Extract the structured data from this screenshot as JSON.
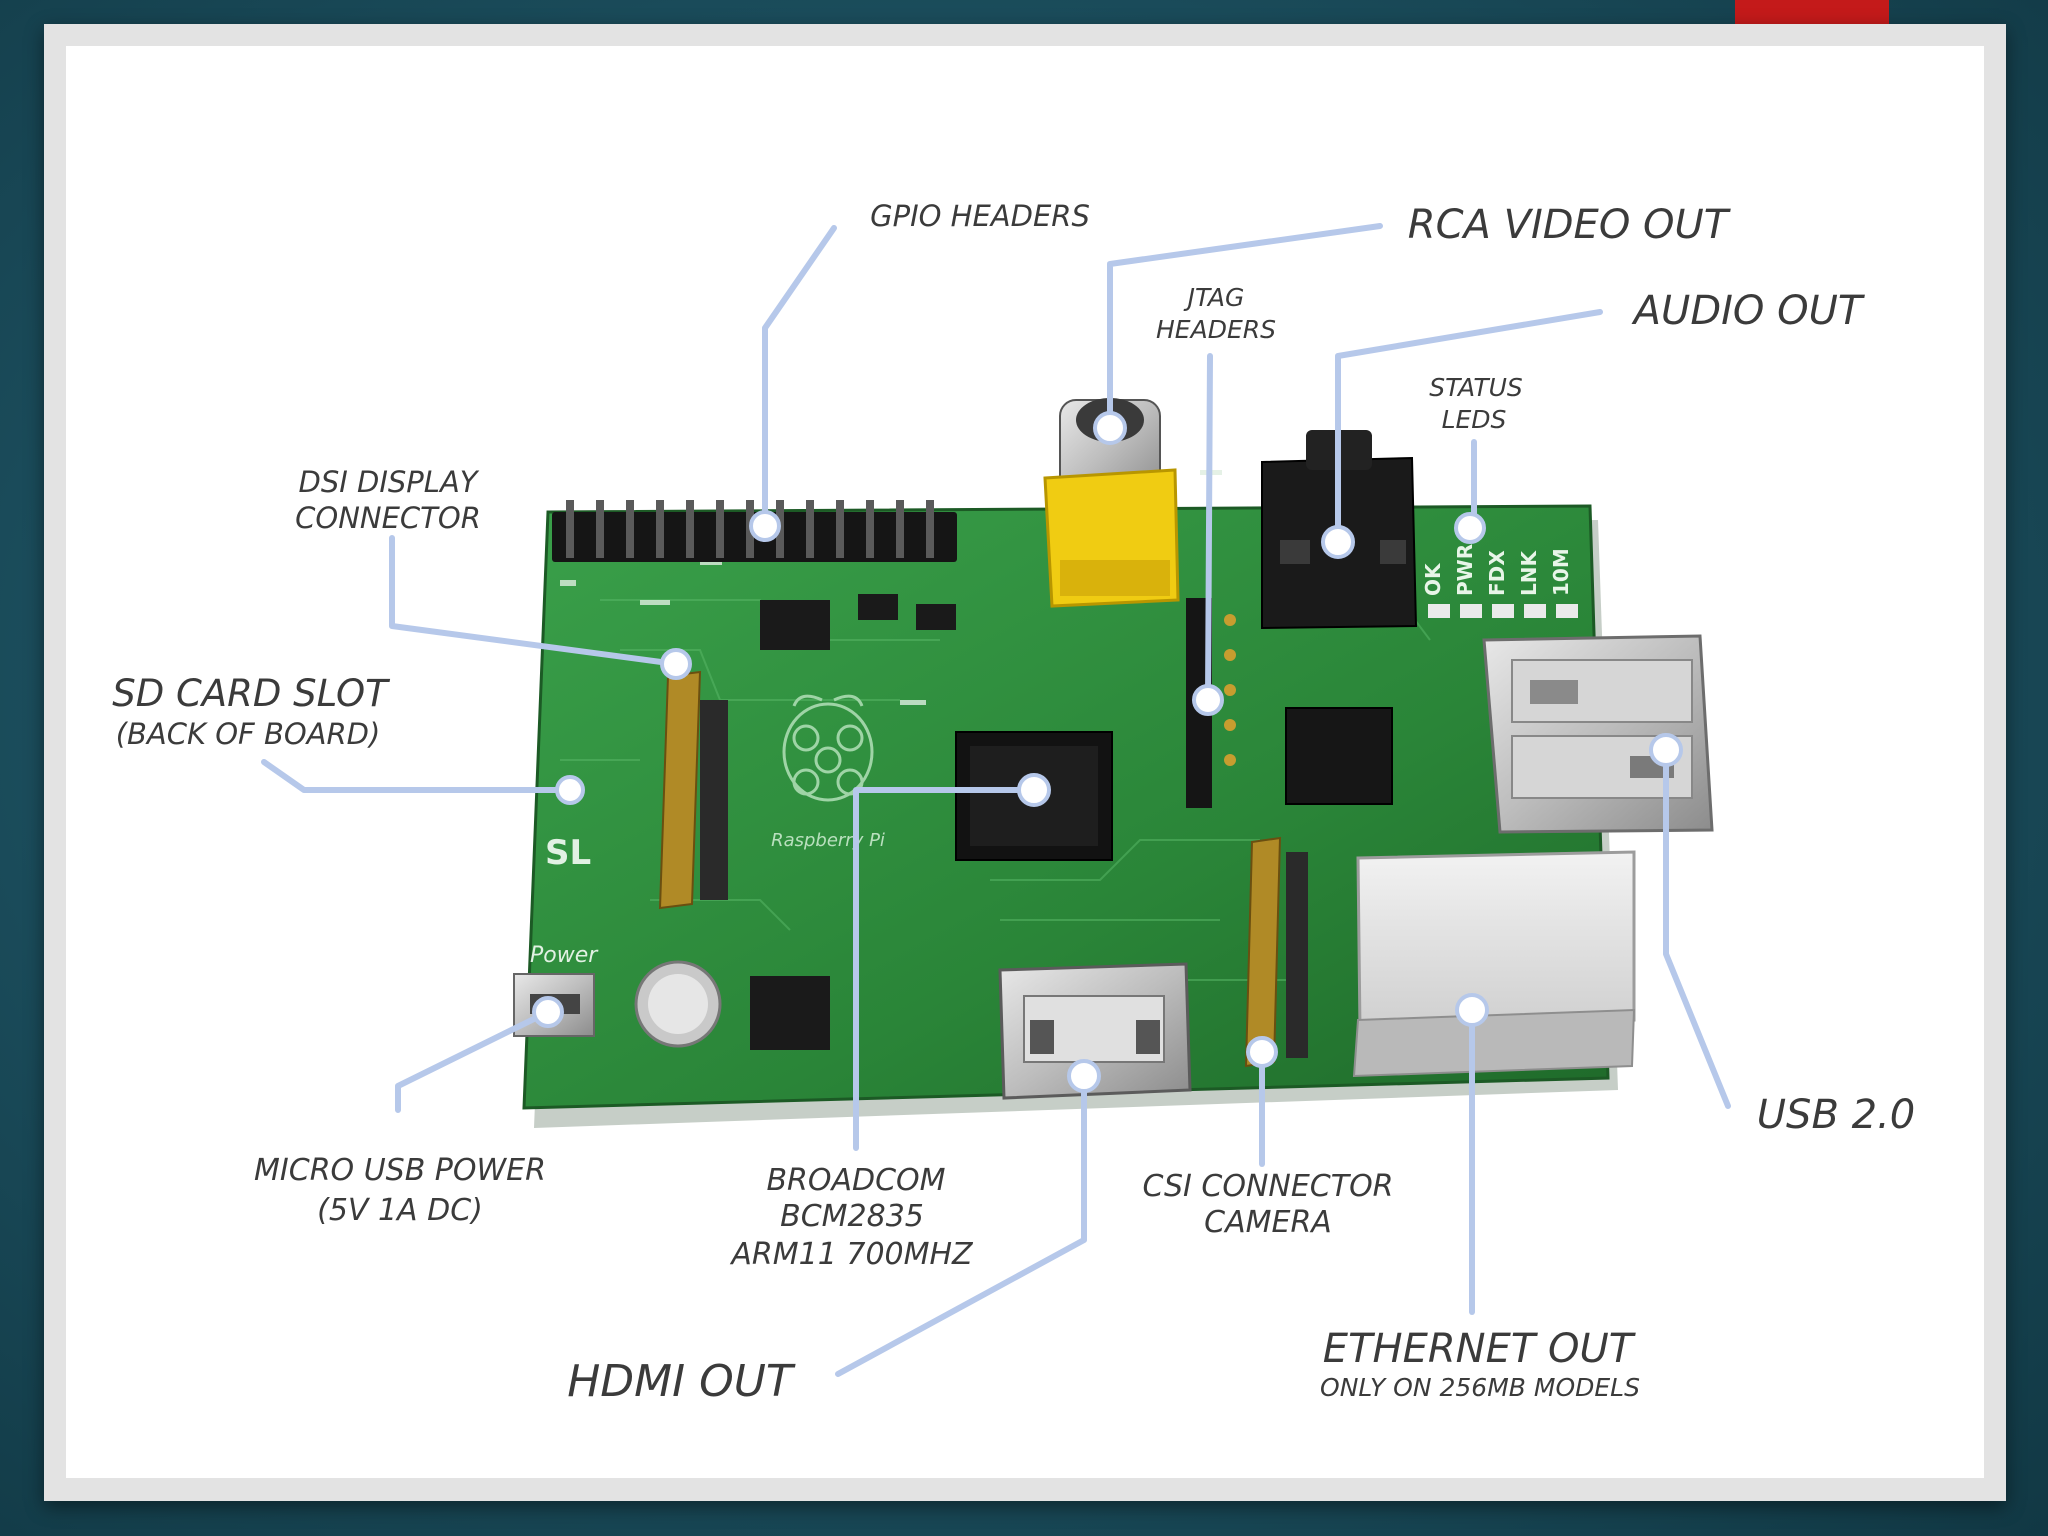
{
  "labels": {
    "gpio": "GPIO HEADERS",
    "rca": "RCA VIDEO OUT",
    "jtag_1": "JTAG",
    "jtag_2": "HEADERS",
    "audio": "AUDIO OUT",
    "status_1": "STATUS",
    "status_2": "LEDS",
    "dsi_1": "DSI DISPLAY",
    "dsi_2": "CONNECTOR",
    "sd_1": "SD CARD SLOT",
    "sd_2": "(BACK OF BOARD)",
    "usb_power_1": "MICRO USB POWER",
    "usb_power_2": "(5V 1A DC)",
    "broadcom_1": "BROADCOM",
    "broadcom_2": "BCM2835",
    "broadcom_3": "ARM11 700MHZ",
    "csi_1": "CSI CONNECTOR",
    "csi_2": "CAMERA",
    "hdmi": "HDMI OUT",
    "ethernet_1": "ETHERNET OUT",
    "ethernet_2": "ONLY ON 256MB MODELS",
    "usb2": "USB 2.0"
  },
  "board": {
    "logo_text": "Raspberry Pi",
    "power_text": "Power",
    "sl_text": "SL",
    "led_labels": [
      "OK",
      "PWR",
      "FDX",
      "LNK",
      "10M"
    ]
  },
  "colors": {
    "pcb": "#2f8c3d",
    "pcb_dark": "#1f6a2a",
    "leader": "#b6c8ea",
    "label": "#3b3b3b",
    "rca_yellow": "#f0cc12",
    "accent": "#c41a1a"
  }
}
